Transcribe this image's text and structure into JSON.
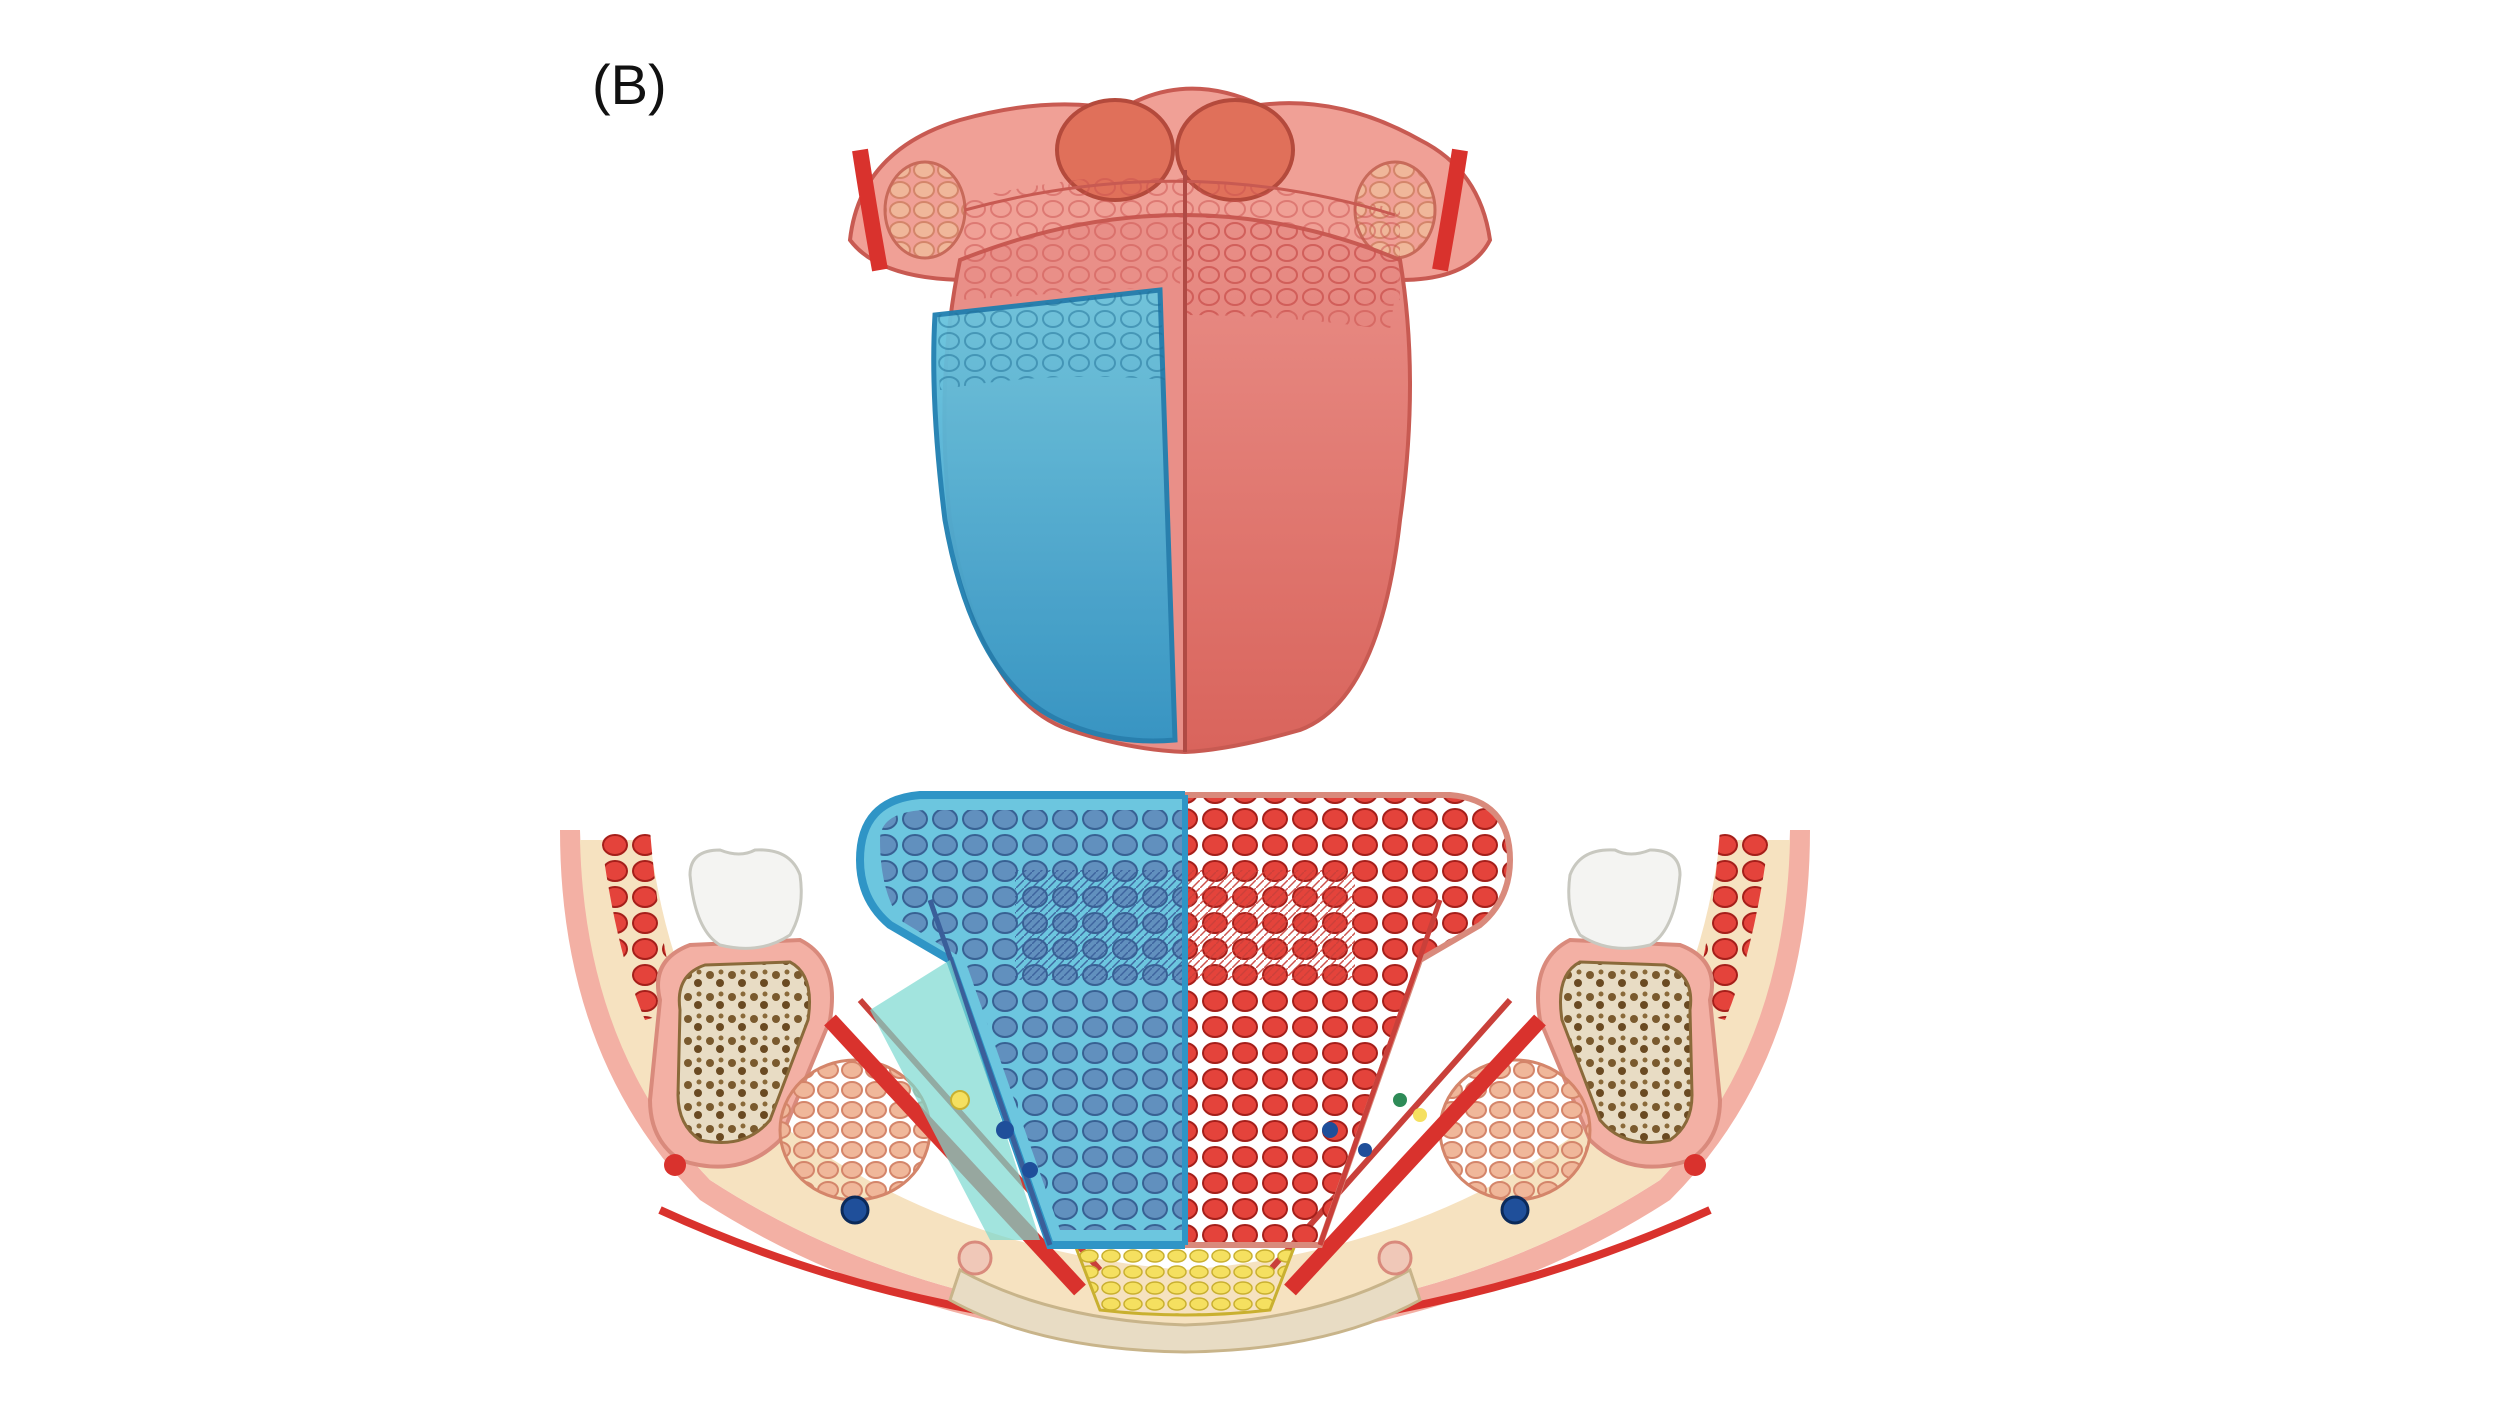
{
  "figure": {
    "panel_label": "(B)"
  },
  "colors": {
    "background": "#ffffff",
    "tissue_red": "#e8736a",
    "mucosa_pink": "#e9908a",
    "highlight_blue": "#3aa0c8",
    "highlight_blue_light": "#6cc6df",
    "muscle_red": "#d9322d",
    "fat_yellow": "#f2d95a",
    "bone_cream": "#e8dcc4",
    "skin_tan": "#f6e2c0",
    "tooth_white": "#f4f4f2"
  },
  "illustration": {
    "top_view": "tongue-dorsal-surface",
    "bottom_view": "tongue-coronal-section",
    "highlighted_side": "left"
  }
}
